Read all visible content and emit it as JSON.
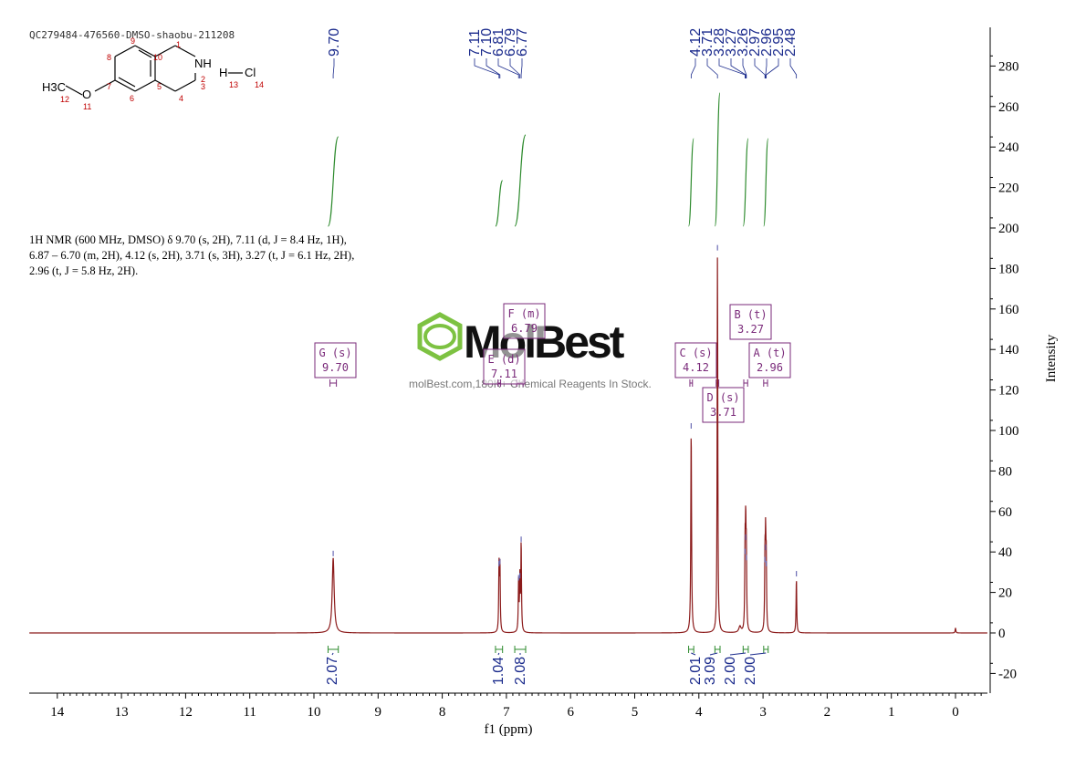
{
  "sample_id": "QC279484-476560-DMSO-shaobu-211208",
  "description": "1H NMR (600 MHz, DMSO) δ 9.70 (s, 2H), 7.11 (d, J = 8.4 Hz, 1H), 6.87 – 6.70 (m, 2H), 4.12 (s, 2H), 3.71 (s, 3H), 3.27 (t, J = 6.1 Hz, 2H), 2.96 (t, J = 5.8 Hz, 2H).",
  "watermark": {
    "logo_text": "MolBest",
    "tagline": "molBest.com,180K+ Chemical Reagents In Stock.",
    "color": "#7dc242"
  },
  "structure": {
    "atoms": {
      "methyl": "H3C",
      "oxygen": "O",
      "amine": "NH",
      "hydrogen": "H",
      "chlorine": "Cl"
    },
    "numbers": [
      "1",
      "2",
      "3",
      "4",
      "5",
      "6",
      "7",
      "8",
      "9",
      "10",
      "11",
      "12",
      "13",
      "14"
    ]
  },
  "colors": {
    "spectrum": "#8b1a1a",
    "peak_labels": "#1a2a8c",
    "integral_curve": "#2e8b2e",
    "multiplet_box": "#7a2a7a"
  },
  "chart_data": {
    "type": "line",
    "xlabel": "f1 (ppm)",
    "ylabel": "Intensity",
    "xlim": [
      14.5,
      -0.5
    ],
    "ylim": [
      -28,
      298
    ],
    "x_ticks": [
      14,
      13,
      12,
      11,
      10,
      9,
      8,
      7,
      6,
      5,
      4,
      3,
      2,
      1,
      0
    ],
    "y_ticks": [
      -20,
      0,
      20,
      40,
      60,
      80,
      100,
      120,
      140,
      160,
      180,
      200,
      220,
      240,
      260,
      280
    ],
    "peaks": [
      {
        "ppm": 9.7,
        "height": 37,
        "width": 0.018
      },
      {
        "ppm": 7.115,
        "height": 32,
        "width": 0.006
      },
      {
        "ppm": 7.101,
        "height": 33,
        "width": 0.006
      },
      {
        "ppm": 6.81,
        "height": 25,
        "width": 0.006
      },
      {
        "ppm": 6.79,
        "height": 26,
        "width": 0.006
      },
      {
        "ppm": 6.77,
        "height": 44,
        "width": 0.006
      },
      {
        "ppm": 4.12,
        "height": 100,
        "width": 0.007
      },
      {
        "ppm": 3.71,
        "height": 188,
        "width": 0.006
      },
      {
        "ppm": 3.36,
        "height": 3,
        "width": 0.02
      },
      {
        "ppm": 3.28,
        "height": 38,
        "width": 0.006
      },
      {
        "ppm": 3.27,
        "height": 45,
        "width": 0.006
      },
      {
        "ppm": 3.26,
        "height": 35,
        "width": 0.006
      },
      {
        "ppm": 2.97,
        "height": 34,
        "width": 0.006
      },
      {
        "ppm": 2.96,
        "height": 40,
        "width": 0.006
      },
      {
        "ppm": 2.95,
        "height": 32,
        "width": 0.006
      },
      {
        "ppm": 2.48,
        "height": 27,
        "width": 0.006
      },
      {
        "ppm": 0.0,
        "height": 2.5,
        "width": 0.006
      }
    ],
    "peak_labels": [
      {
        "text": "9.70",
        "ppm": 9.7
      },
      {
        "text": "7.11",
        "ppm": 7.115
      },
      {
        "text": "7.10",
        "ppm": 7.101
      },
      {
        "text": "6.81",
        "ppm": 6.81
      },
      {
        "text": "6.79",
        "ppm": 6.79
      },
      {
        "text": "6.77",
        "ppm": 6.77
      },
      {
        "text": "4.12",
        "ppm": 4.12
      },
      {
        "text": "3.71",
        "ppm": 3.71
      },
      {
        "text": "3.28",
        "ppm": 3.28
      },
      {
        "text": "3.27",
        "ppm": 3.27
      },
      {
        "text": "3.26",
        "ppm": 3.26
      },
      {
        "text": "2.97",
        "ppm": 2.97
      },
      {
        "text": "2.96",
        "ppm": 2.96
      },
      {
        "text": "2.95",
        "ppm": 2.95
      },
      {
        "text": "2.48",
        "ppm": 2.48
      }
    ],
    "integrals": [
      {
        "value": "2.07",
        "from": 9.78,
        "to": 9.62
      },
      {
        "value": "1.04",
        "from": 7.17,
        "to": 7.06
      },
      {
        "value": "2.08",
        "from": 6.87,
        "to": 6.7
      },
      {
        "value": "2.01",
        "from": 4.16,
        "to": 4.08
      },
      {
        "value": "3.09",
        "from": 3.75,
        "to": 3.67
      },
      {
        "value": "2.00",
        "from": 3.31,
        "to": 3.23
      },
      {
        "value": "2.00",
        "from": 2.99,
        "to": 2.92
      }
    ],
    "multiplets": [
      {
        "label": "G (s)",
        "shift": "9.70",
        "from": 9.75,
        "to": 9.65
      },
      {
        "label": "F (m)",
        "shift": "6.79",
        "from": 6.84,
        "to": 6.74
      },
      {
        "label": "E (d)",
        "shift": "7.11",
        "from": 7.13,
        "to": 7.09
      },
      {
        "label": "C (s)",
        "shift": "4.12",
        "from": 4.14,
        "to": 4.1
      },
      {
        "label": "D (s)",
        "shift": "3.71",
        "from": 3.73,
        "to": 3.69
      },
      {
        "label": "B (t)",
        "shift": "3.27",
        "from": 3.3,
        "to": 3.24
      },
      {
        "label": "A (t)",
        "shift": "2.96",
        "from": 2.99,
        "to": 2.93
      }
    ]
  }
}
